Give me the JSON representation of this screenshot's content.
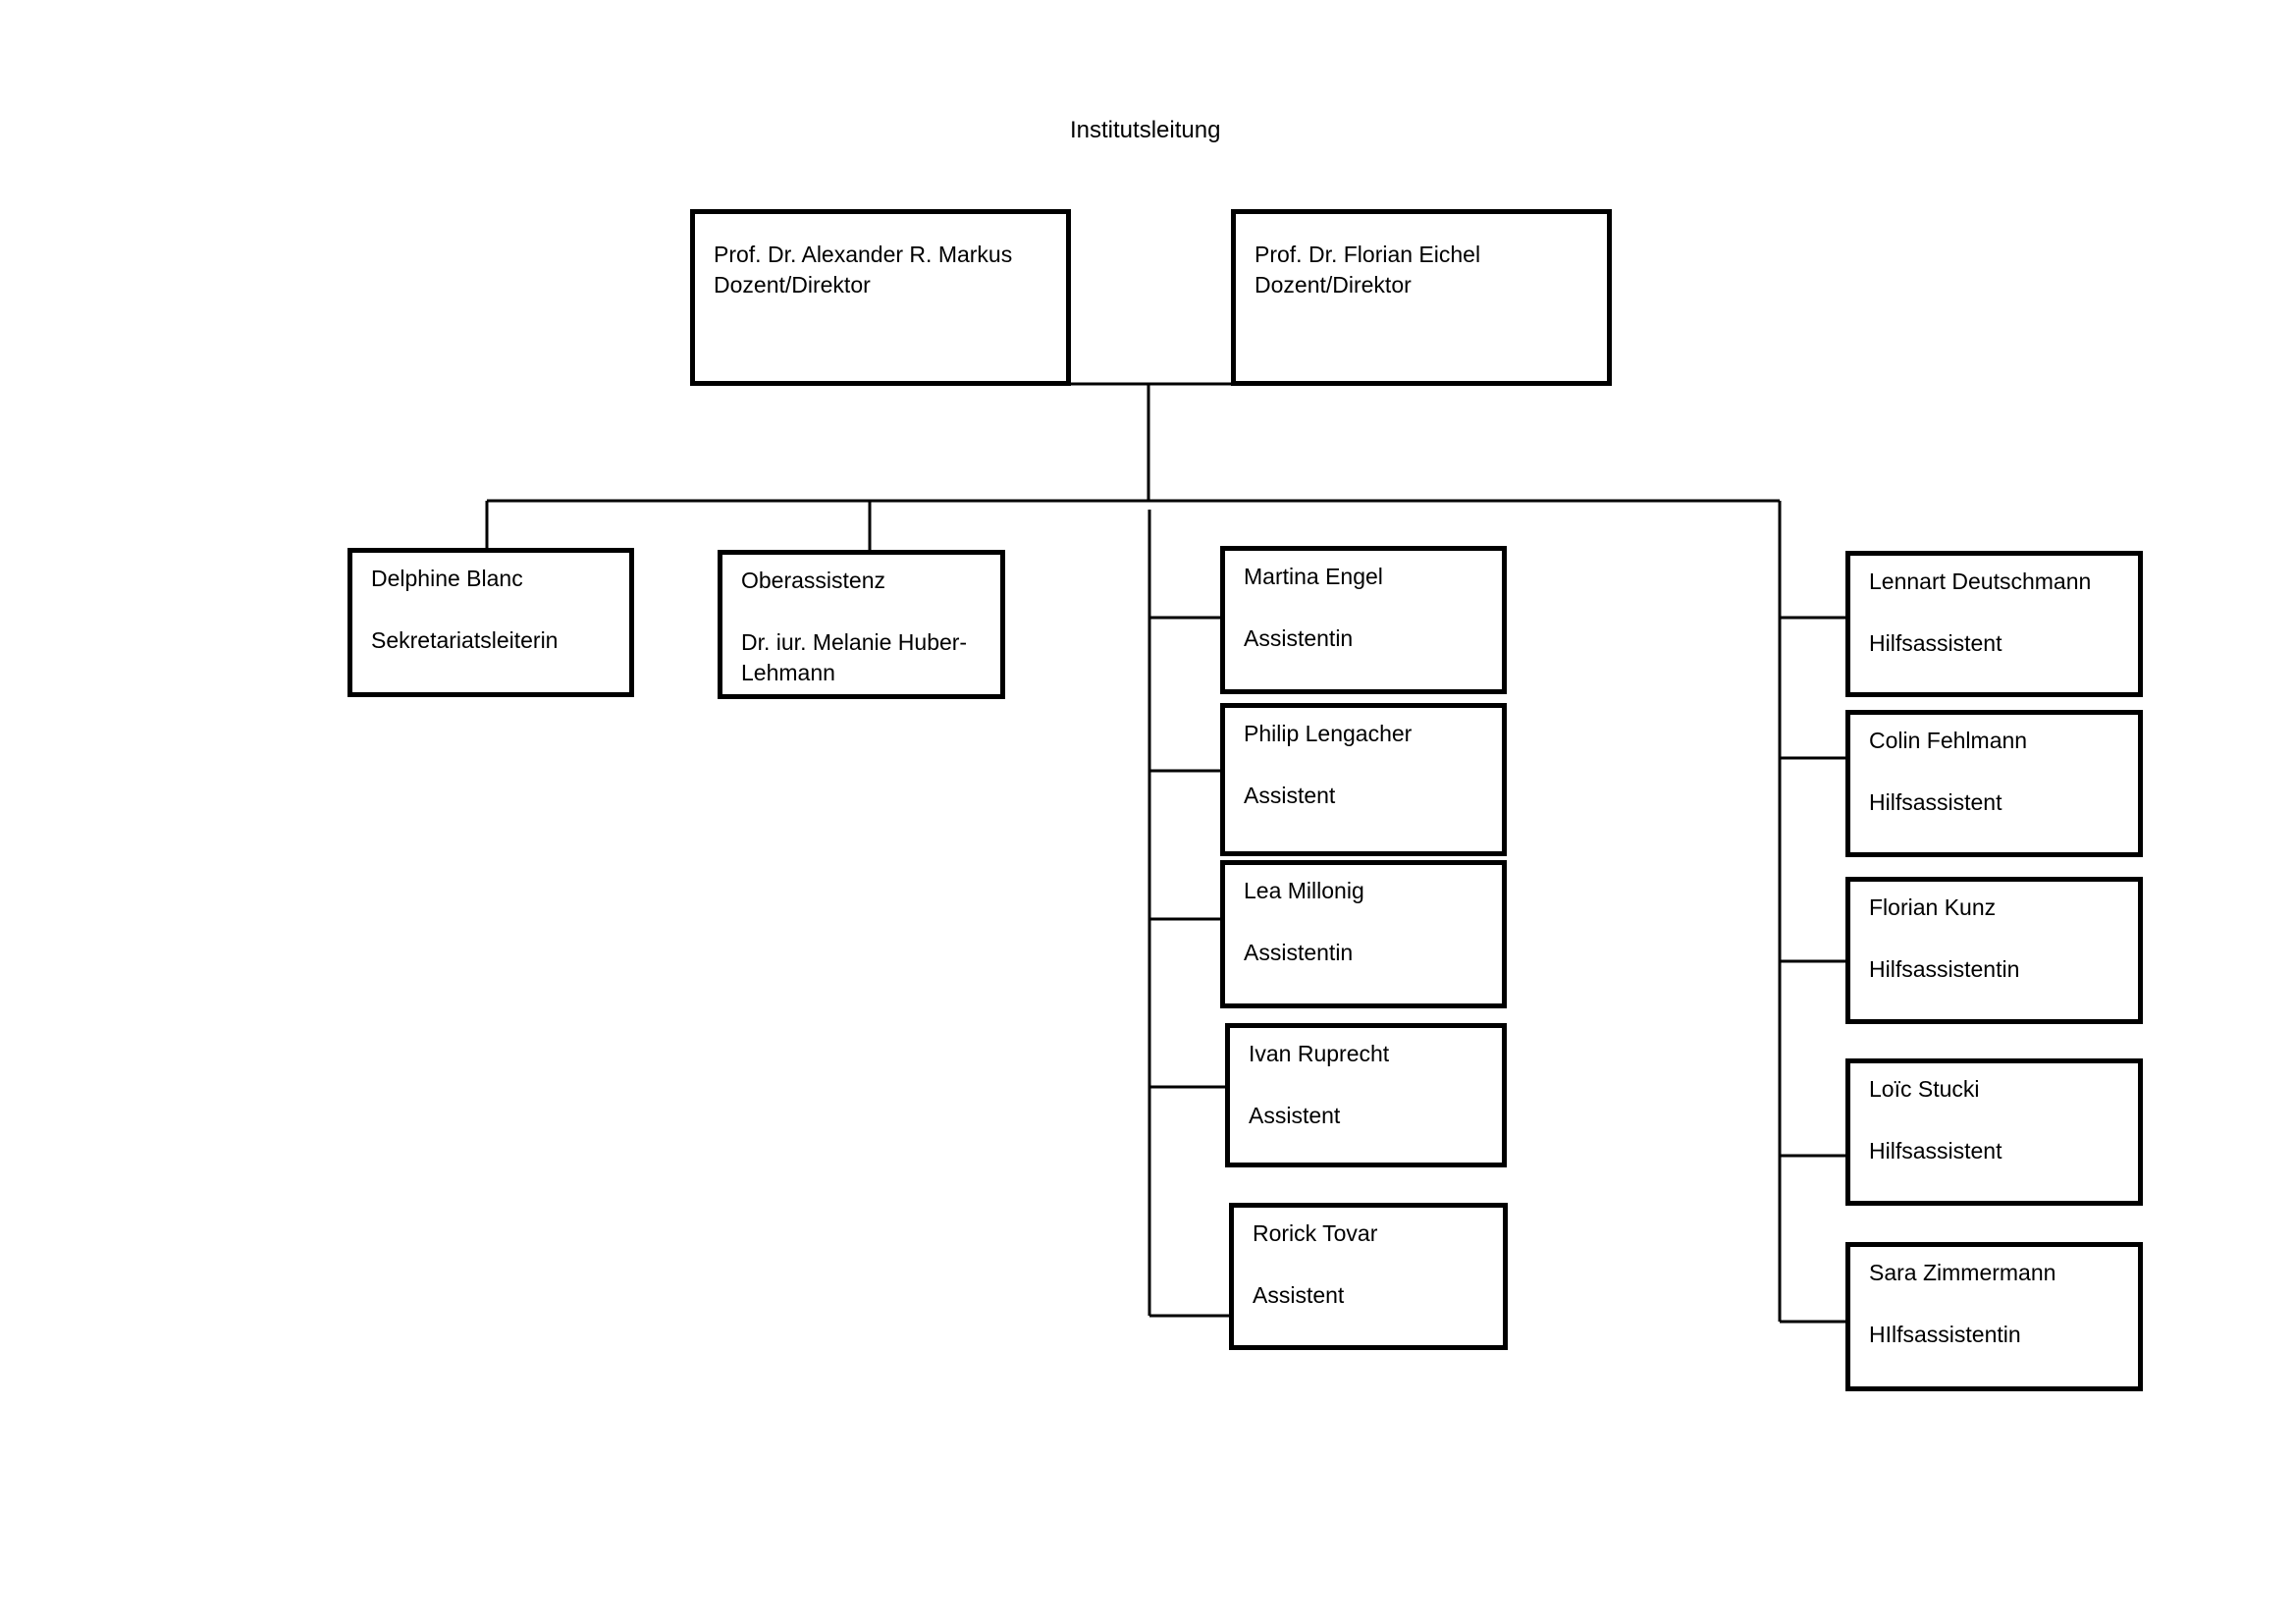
{
  "title": "Institutsleitung",
  "leadership": [
    {
      "name": "Prof. Dr. Alexander R. Markus",
      "role": "Dozent/Direktor"
    },
    {
      "name": "Prof. Dr. Florian Eichel",
      "role": "Dozent/Direktor"
    }
  ],
  "staff": [
    {
      "name": "Delphine Blanc",
      "role": "Sekretariatsleiterin"
    },
    {
      "name": "Oberassistenz",
      "role": "Dr. iur. Melanie Huber-Lehmann"
    }
  ],
  "assistants": [
    {
      "name": "Martina Engel",
      "role": "Assistentin"
    },
    {
      "name": "Philip Lengacher",
      "role": "Assistent"
    },
    {
      "name": "Lea Millonig",
      "role": "Assistentin"
    },
    {
      "name": "Ivan Ruprecht",
      "role": "Assistent"
    },
    {
      "name": "Rorick Tovar",
      "role": "Assistent"
    }
  ],
  "student_assistants": [
    {
      "name": "Lennart Deutschmann",
      "role": "Hilfsassistent"
    },
    {
      "name": "Colin Fehlmann",
      "role": "Hilfsassistent"
    },
    {
      "name": "Florian Kunz",
      "role": "Hilfsassistentin"
    },
    {
      "name": "Loïc Stucki",
      "role": "Hilfsassistent"
    },
    {
      "name": "Sara Zimmermann",
      "role": "HIlfsassistentin"
    }
  ]
}
